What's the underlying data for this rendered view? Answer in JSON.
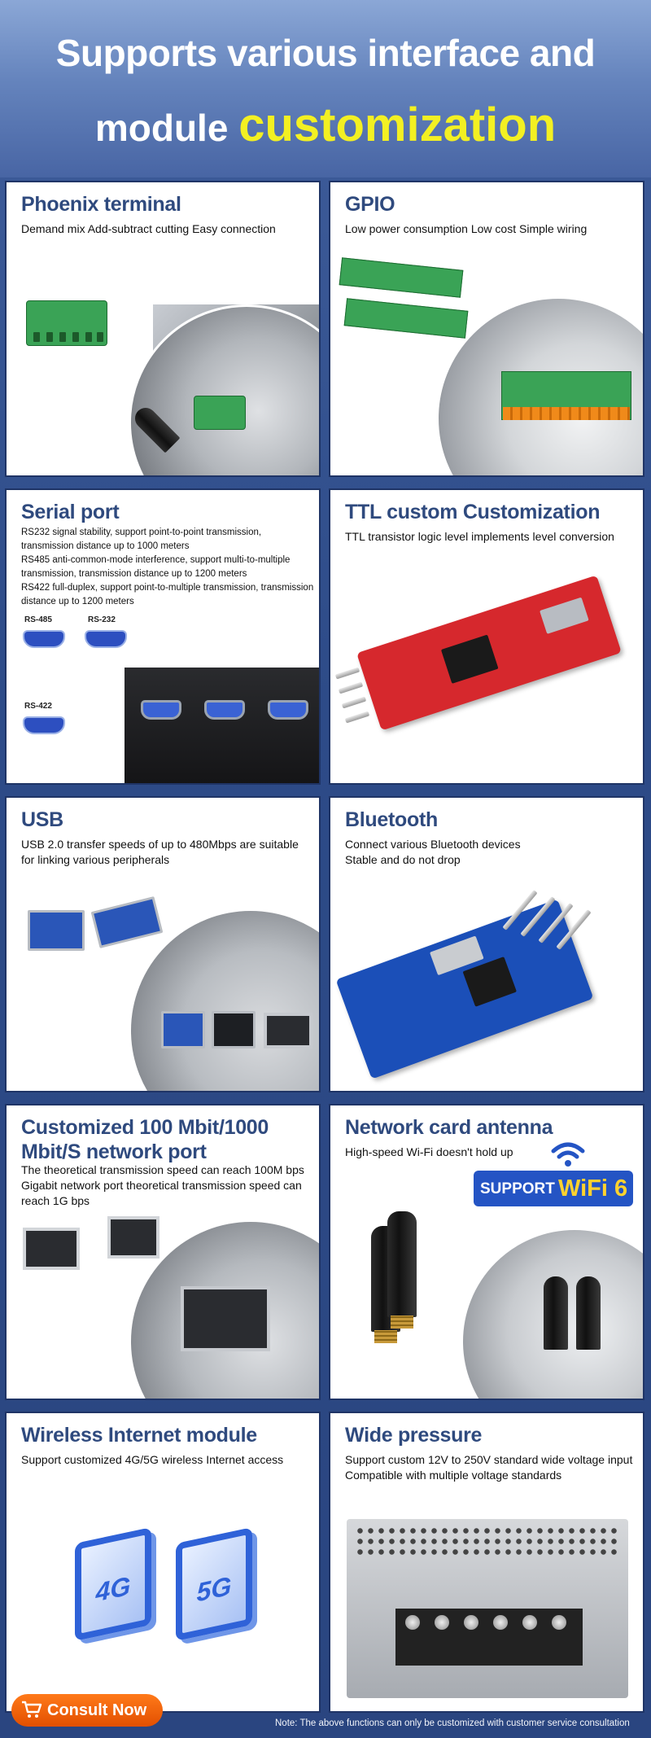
{
  "hero": {
    "line1": "Supports various interface and",
    "line2_prefix": "module",
    "line2_highlight": "customization"
  },
  "cards": {
    "phoenix": {
      "title": "Phoenix terminal",
      "desc": "Demand  mix Add-subtract cutting  Easy connection"
    },
    "gpio": {
      "title": "GPIO",
      "desc": "Low power consumption  Low cost  Simple wiring"
    },
    "serial": {
      "title": "Serial port",
      "rs232": "RS232 signal stability, support point-to-point transmission, transmission distance up to 1000 meters",
      "rs485": "RS485 anti-common-mode interference, support multi-to-multiple transmission, transmission distance up to 1200 meters",
      "rs422": "RS422 full-duplex, support point-to-multiple transmission, transmission distance up to 1200 meters",
      "label_485": "RS-485",
      "label_232": "RS-232",
      "label_422": "RS-422"
    },
    "ttl": {
      "title": "TTL custom Customization",
      "desc": "TTL transistor logic level implements level conversion"
    },
    "usb": {
      "title": "USB",
      "desc": "USB 2.0 transfer speeds of up to 480Mbps are suitable for linking various peripherals"
    },
    "bluetooth": {
      "title": "Bluetooth",
      "desc1": "Connect various Bluetooth devices",
      "desc2": "Stable and do not drop"
    },
    "network": {
      "title": "Customized 100 Mbit/1000 Mbit/S network port",
      "desc": "The theoretical transmission speed can reach 100M bps Gigabit network port theoretical transmission speed can reach 1G bps"
    },
    "antenna": {
      "title": "Network card antenna",
      "desc": "High-speed Wi-Fi doesn't hold up",
      "badge_support": "SUPPORT",
      "badge_wifi": "WiFi 6"
    },
    "wireless": {
      "title": "Wireless Internet module",
      "desc": "Support customized 4G/5G wireless Internet access",
      "badge_4g": "4G",
      "badge_5g": "5G"
    },
    "pressure": {
      "title": "Wide pressure",
      "desc": "Support custom 12V to 250V standard wide voltage input Compatible with multiple voltage standards"
    }
  },
  "footer": {
    "consult_label": "Consult Now",
    "note": "Note: The above functions can only be customized with customer service consultation"
  },
  "icons": {
    "cart": "shopping-cart-icon",
    "wifi": "wifi-icon"
  },
  "colors": {
    "title_blue": "#2f4a7e",
    "highlight_yellow": "#f3f022",
    "consult_orange": "#f26a0c",
    "page_blue": "#2d4b88"
  }
}
